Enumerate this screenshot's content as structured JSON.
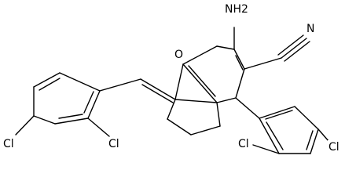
{
  "structure": {
    "labels": {
      "amino": "NH2",
      "nitrile_n": "N",
      "ring_oxygen": "O",
      "cl_left_para": "Cl",
      "cl_left_ortho": "Cl",
      "cl_right_ortho": "Cl",
      "cl_right_para": "Cl"
    },
    "colors": {
      "line": "#000000",
      "text": "#000000",
      "background": "#ffffff"
    }
  }
}
